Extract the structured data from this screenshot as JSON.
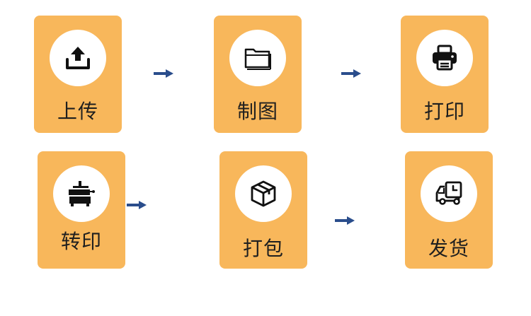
{
  "colors": {
    "card": "#F8B75B",
    "arrow": "#2A4D8C",
    "icon": "#111111"
  },
  "steps": [
    {
      "label": "上传",
      "icon": "upload-icon"
    },
    {
      "label": "制图",
      "icon": "folder-icon"
    },
    {
      "label": "打印",
      "icon": "printer-icon"
    },
    {
      "label": "转印",
      "icon": "press-machine-icon"
    },
    {
      "label": "打包",
      "icon": "package-box-icon"
    },
    {
      "label": "发货",
      "icon": "delivery-truck-icon"
    }
  ]
}
